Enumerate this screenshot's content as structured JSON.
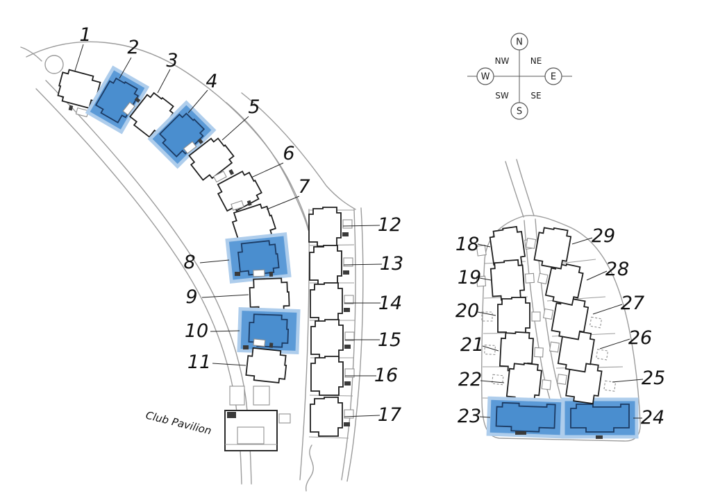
{
  "compass": {
    "n": "N",
    "ne": "NE",
    "e": "E",
    "se": "SE",
    "s": "S",
    "sw": "SW",
    "w": "W",
    "nw": "NW"
  },
  "labels": {
    "club_pavilion": "Club Pavilion"
  },
  "colors": {
    "highlight_fill": "#5B9AD7",
    "highlight_house_fill": "#4A8ECF",
    "highlight_outline": "#1B3A63",
    "highlight_edge": "#AECDEC",
    "plot_outline": "#1C1C1C",
    "road": "#9B9B9B"
  },
  "plots": [
    {
      "number": "1",
      "highlighted": false
    },
    {
      "number": "2",
      "highlighted": true
    },
    {
      "number": "3",
      "highlighted": false
    },
    {
      "number": "4",
      "highlighted": true
    },
    {
      "number": "5",
      "highlighted": false
    },
    {
      "number": "6",
      "highlighted": false
    },
    {
      "number": "7",
      "highlighted": false
    },
    {
      "number": "8",
      "highlighted": true
    },
    {
      "number": "9",
      "highlighted": false
    },
    {
      "number": "10",
      "highlighted": true
    },
    {
      "number": "11",
      "highlighted": false
    },
    {
      "number": "12",
      "highlighted": false
    },
    {
      "number": "13",
      "highlighted": false
    },
    {
      "number": "14",
      "highlighted": false
    },
    {
      "number": "15",
      "highlighted": false
    },
    {
      "number": "16",
      "highlighted": false
    },
    {
      "number": "17",
      "highlighted": false
    },
    {
      "number": "18",
      "highlighted": false
    },
    {
      "number": "19",
      "highlighted": false
    },
    {
      "number": "20",
      "highlighted": false
    },
    {
      "number": "21",
      "highlighted": false
    },
    {
      "number": "22",
      "highlighted": false
    },
    {
      "number": "23",
      "highlighted": true
    },
    {
      "number": "24",
      "highlighted": true
    },
    {
      "number": "25",
      "highlighted": false
    },
    {
      "number": "26",
      "highlighted": false
    },
    {
      "number": "27",
      "highlighted": false
    },
    {
      "number": "28",
      "highlighted": false
    },
    {
      "number": "29",
      "highlighted": false
    }
  ]
}
